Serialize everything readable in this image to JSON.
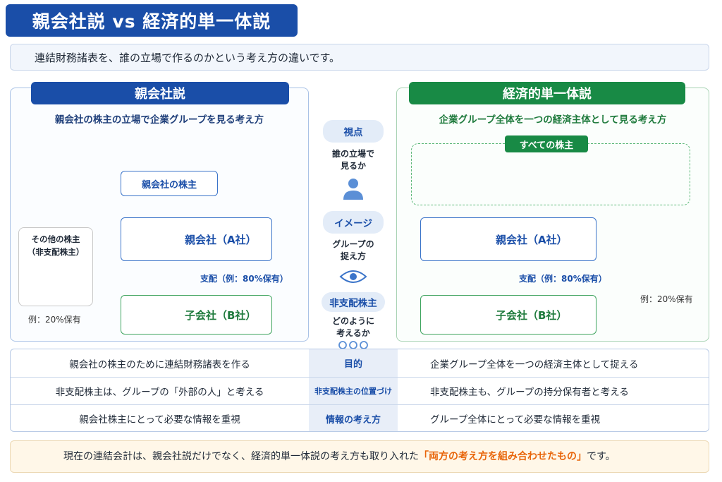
{
  "title": "親会社説 vs 経済的単一体説",
  "intro": "連結財務諸表を、誰の立場で作るのかという考え方の違いです。",
  "left": {
    "header": "親会社説",
    "subtitle": "親会社の株主の立場で企業グループを見る考え方",
    "shareholder_box": "親会社の株主",
    "parent_box": "親会社（A社）",
    "subsidiary_box": "子会社（B社）",
    "control_label": "支配（例：80%保有）",
    "others_line1": "その他の株主",
    "others_line2": "（非支配株主）",
    "others_pct": "例：20%保有"
  },
  "right": {
    "header": "経済的単一体説",
    "subtitle": "企業グループ全体を一つの経済主体として見る考え方",
    "group_label": "すべての株主",
    "parent_box": "親会社（A社）",
    "subsidiary_box": "子会社（B社）",
    "control_label": "支配（例：80%保有）",
    "minority_pct": "例：20%保有"
  },
  "middle": {
    "viewpoint": "視点",
    "viewpoint_line1": "誰の立場で",
    "viewpoint_line2": "見るか",
    "image": "イメージ",
    "image_line1": "グループの",
    "image_line2": "捉え方",
    "nci": "非支配株主",
    "nci_line1": "どのように",
    "nci_line2": "考えるか"
  },
  "table": {
    "rows": [
      {
        "left": "親会社の株主のために連結財務諸表を作る",
        "label": "目的",
        "right": "企業グループ全体を一つの経済主体として捉える"
      },
      {
        "left": "非支配株主は、グループの「外部の人」と考える",
        "label": "非支配株主の位置づけ",
        "right": "非支配株主も、グループの持分保有者と考える"
      },
      {
        "left": "親会社株主にとって必要な情報を重視",
        "label": "情報の考え方",
        "right": "グループ全体にとって必要な情報を重視"
      }
    ]
  },
  "footer": {
    "text_before": "現在の連結会計は、親会社説だけでなく、経済的単一体説の考え方も取り入れた",
    "highlight": "「両方の考え方を組み合わせたもの」",
    "text_after": "です。"
  },
  "colors": {
    "blue": "#1a4ea8",
    "green": "#188a45",
    "accent": "#e8650a"
  }
}
